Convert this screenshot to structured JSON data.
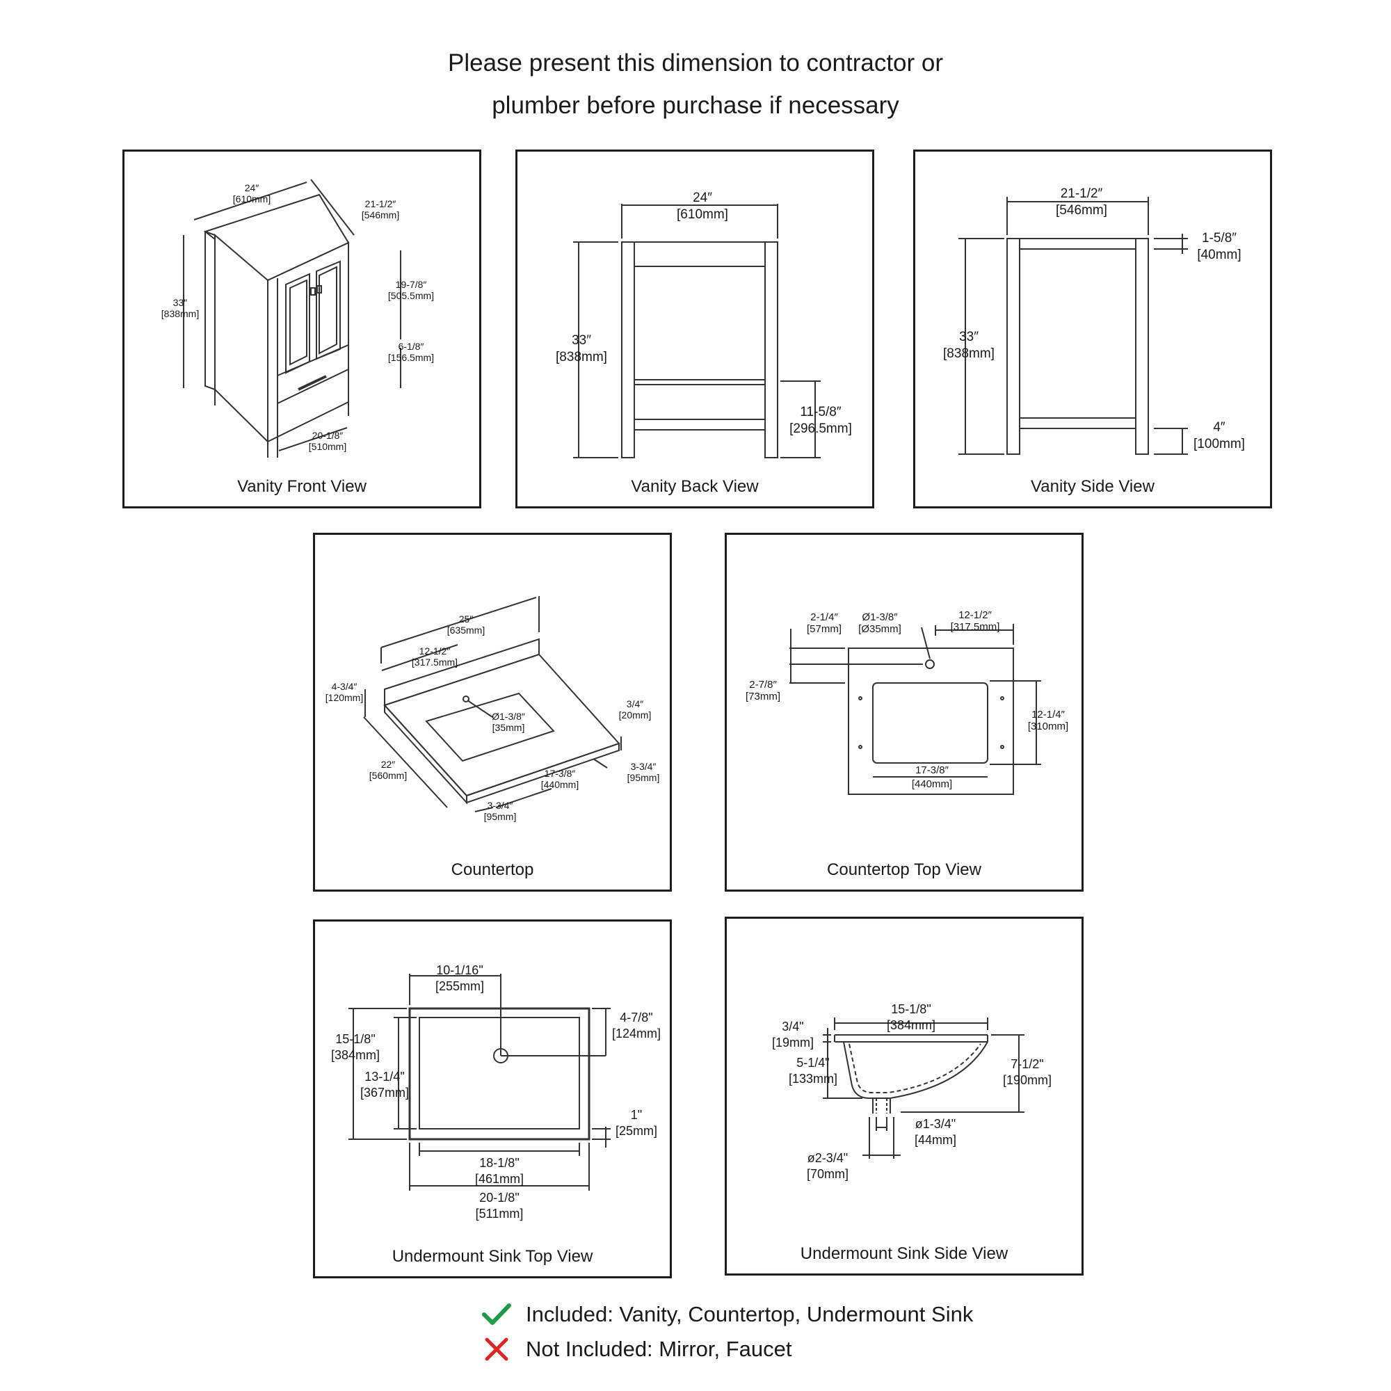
{
  "header": {
    "line1": "Please present this dimension to contractor or",
    "line2": "plumber before purchase if necessary"
  },
  "colors": {
    "check": "#1e9a4a",
    "cross": "#e02424",
    "line": "#333333",
    "frame": "#1d1d1d"
  },
  "panels": {
    "front": {
      "caption": "Vanity Front View",
      "w": [
        "24″",
        "[610mm]"
      ],
      "d": [
        "21-1/2″",
        "[546mm]"
      ],
      "h": [
        "33″",
        "[838mm]"
      ],
      "door": [
        "19-7/8″",
        "[505.5mm]"
      ],
      "drawer": [
        "6-1/8″",
        "[156.5mm]"
      ],
      "inner": [
        "20-1/8″",
        "[510mm]"
      ]
    },
    "back": {
      "caption": "Vanity Back View",
      "w": [
        "24″",
        "[610mm]"
      ],
      "h": [
        "33″",
        "[838mm]"
      ],
      "shelf": [
        "11-5/8″",
        "[296.5mm]"
      ]
    },
    "side": {
      "caption": "Vanity Side View",
      "w": [
        "21-1/2″",
        "[546mm]"
      ],
      "top": [
        "1-5/8″",
        "[40mm]"
      ],
      "h": [
        "33″",
        "[838mm]"
      ],
      "bottom": [
        "4″",
        "[100mm]"
      ]
    },
    "countertop": {
      "caption": "Countertop",
      "w": [
        "25″",
        "[635mm]"
      ],
      "half": [
        "12-1/2″",
        "[317.5mm]"
      ],
      "splash": [
        "4-3/4″",
        "[120mm]"
      ],
      "hole": [
        "Ø1-3/8″",
        "[35mm]"
      ],
      "thick": [
        "3/4″",
        "[20mm]"
      ],
      "depth": [
        "22″",
        "[560mm]"
      ],
      "cut": [
        "17-3/8″",
        "[440mm]"
      ],
      "side": [
        "3-3/4″",
        "[95mm]"
      ],
      "front": [
        "3-3/4″",
        "[95mm]"
      ]
    },
    "ctop": {
      "caption": "Countertop Top View",
      "edge": [
        "2-1/4″",
        "[57mm]"
      ],
      "hole": [
        "Ø1-3/8″",
        "[Ø35mm]"
      ],
      "half": [
        "12-1/2″",
        "[317.5mm]"
      ],
      "back": [
        "2-7/8″",
        "[73mm]"
      ],
      "cutd": [
        "12-1/4″",
        "[310mm]"
      ],
      "cutw": [
        "17-3/8″",
        "[440mm]"
      ]
    },
    "sinktop": {
      "caption": "Undermount Sink Top View",
      "drain": [
        "10-1/16\"",
        "[255mm]"
      ],
      "rim": [
        "4-7/8\"",
        "[124mm]"
      ],
      "outer_d": [
        "15-1/8\"",
        "[384mm]"
      ],
      "inner_d": [
        "13-1/4\"",
        "[367mm]"
      ],
      "lip": [
        "1\"",
        "[25mm]"
      ],
      "inner_w": [
        "18-1/8\"",
        "[461mm]"
      ],
      "outer_w": [
        "20-1/8\"",
        "[511mm]"
      ]
    },
    "sinkside": {
      "caption": "Undermount Sink Side View",
      "flange": [
        "3/4\"",
        "[19mm]"
      ],
      "w": [
        "15-1/8\"",
        "[384mm]"
      ],
      "depth": [
        "5-1/4\"",
        "[133mm]"
      ],
      "h": [
        "7-1/2\"",
        "[190mm]"
      ],
      "drain": [
        "ø1-3/4\"",
        "[44mm]"
      ],
      "outlet": [
        "ø2-3/4\"",
        "[70mm]"
      ]
    }
  },
  "legend": {
    "included_icon": "checkmark-icon",
    "included": "Included: Vanity, Countertop, Undermount Sink",
    "excluded_icon": "cross-icon",
    "excluded": "Not Included: Mirror, Faucet"
  }
}
